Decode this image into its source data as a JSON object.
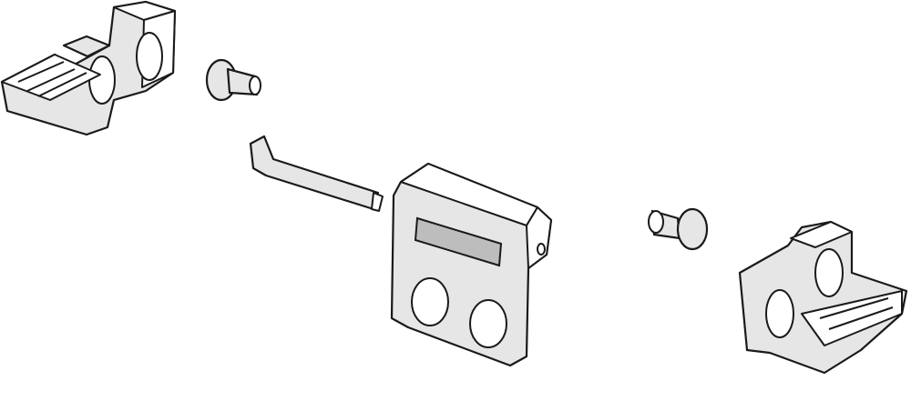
{
  "diagram": {
    "type": "exploded-parts-drawing",
    "parts": [
      {
        "name": "left-bracket"
      },
      {
        "name": "screw"
      },
      {
        "name": "hex-key"
      },
      {
        "name": "cover-plate",
        "label_logo": "logo plate"
      },
      {
        "name": "screw"
      },
      {
        "name": "right-bracket"
      }
    ],
    "colors": {
      "line": "#1a1a1a",
      "fill": "#e6e6e6"
    }
  }
}
